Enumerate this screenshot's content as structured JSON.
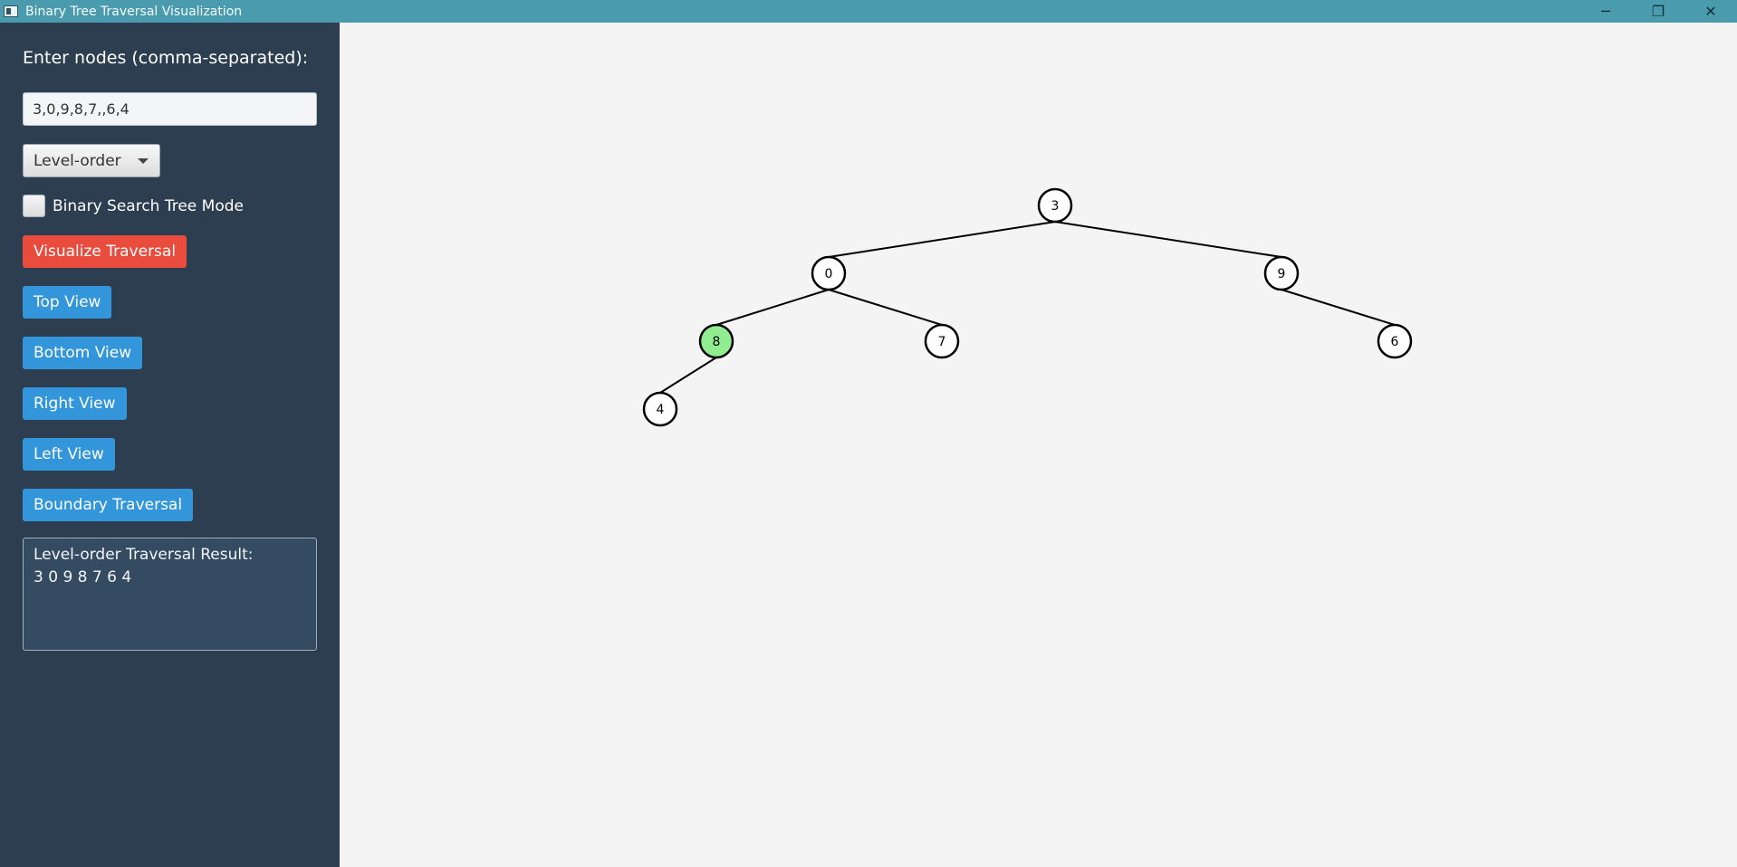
{
  "window": {
    "title": "Binary Tree Traversal Visualization",
    "controls": {
      "minimize": "─",
      "restore": "❐",
      "close": "✕"
    }
  },
  "sidebar": {
    "input_label": "Enter nodes (comma-separated):",
    "input_value": "3,0,9,8,7,,6,4",
    "traversal_select": "Level-order",
    "bst_mode_label": "Binary Search Tree Mode",
    "bst_mode_checked": false,
    "visualize_button": "Visualize Traversal",
    "view_buttons": [
      "Top View",
      "Bottom View",
      "Right View",
      "Left View",
      "Boundary Traversal"
    ],
    "result_title": "Level-order Traversal Result:",
    "result_values": "3 0 9 8 7 6 4"
  },
  "tree": {
    "nodes": [
      {
        "id": "3",
        "label": "3",
        "highlighted": false
      },
      {
        "id": "0",
        "label": "0",
        "highlighted": false
      },
      {
        "id": "9",
        "label": "9",
        "highlighted": false
      },
      {
        "id": "8",
        "label": "8",
        "highlighted": true
      },
      {
        "id": "7",
        "label": "7",
        "highlighted": false
      },
      {
        "id": "6",
        "label": "6",
        "highlighted": false
      },
      {
        "id": "4",
        "label": "4",
        "highlighted": false
      }
    ],
    "edges": [
      [
        "3",
        "0"
      ],
      [
        "3",
        "9"
      ],
      [
        "0",
        "8"
      ],
      [
        "0",
        "7"
      ],
      [
        "9",
        "6"
      ],
      [
        "8",
        "4"
      ]
    ],
    "highlight_color": "#90ee90",
    "node_fill": "#ffffff",
    "stroke": "#000000"
  },
  "colors": {
    "titlebar": "#4a9bad",
    "sidebar": "#2d3e50",
    "canvas": "#f4f4f4",
    "primary_button": "#e94b3c",
    "secondary_button": "#3396db"
  }
}
